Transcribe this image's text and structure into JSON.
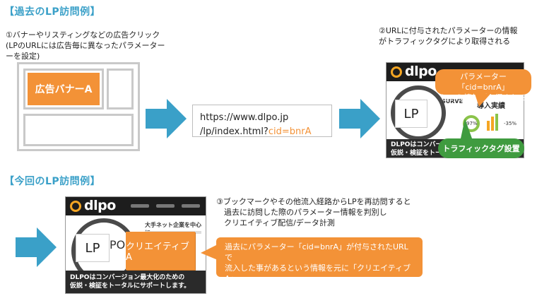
{
  "past": {
    "title": "【過去のLP訪問例】",
    "step1_text": "①バナーやリスティングなどの広告クリック\n(LPのURLには広告毎に異なったパラメーター\nーを設定)",
    "banner_label": "広告バナーA",
    "url_prefix": "https://www.dlpo.jp\n/lp/index.html?",
    "url_param": "cid=bnrA",
    "step2_text": "②URLに付与されたパラメーターの情報\nがトラフィックタグにより取得される",
    "callout_text": "パラメーター「cid=bnrA」\nという情報が取得される",
    "tag_label": "トラフィックタグ設置",
    "site_logo": "dlpo",
    "lp_label": "LP",
    "survey_text": "SURVE",
    "results_text": "導入実績",
    "stat_97": "97%",
    "stat_35": "-35%",
    "band_text": "DLPOはコンバー\n仮説・検証をトー"
  },
  "present": {
    "title": "【今回のLP訪問例】",
    "step3_text": "③ブックマークやその他流入経路からLPを再訪問すると\n　過去に訪問した際のパラメーター情報を判別し\n　クリエイティブ配信/データ計測",
    "site_logo": "dlpo",
    "lp_label": "LP",
    "po_text": "PO",
    "creative_label": "クリエイティブA",
    "headline_text": "大手ネット企業を中心に",
    "band_text": "DLPOはコンバージョン最大化のための\n仮説・検証をトータルにサポートします。",
    "callout_text": "過去にパラメーター「cid=bnrA」が付与されたURLで\n流入した事があるという情報を元に「クリエイティブA」\nを配信"
  },
  "colors": {
    "accent": "#f39237",
    "arrow": "#3aa0c8",
    "title": "#3aa0c8",
    "tag_green": "#3f9b3f"
  }
}
